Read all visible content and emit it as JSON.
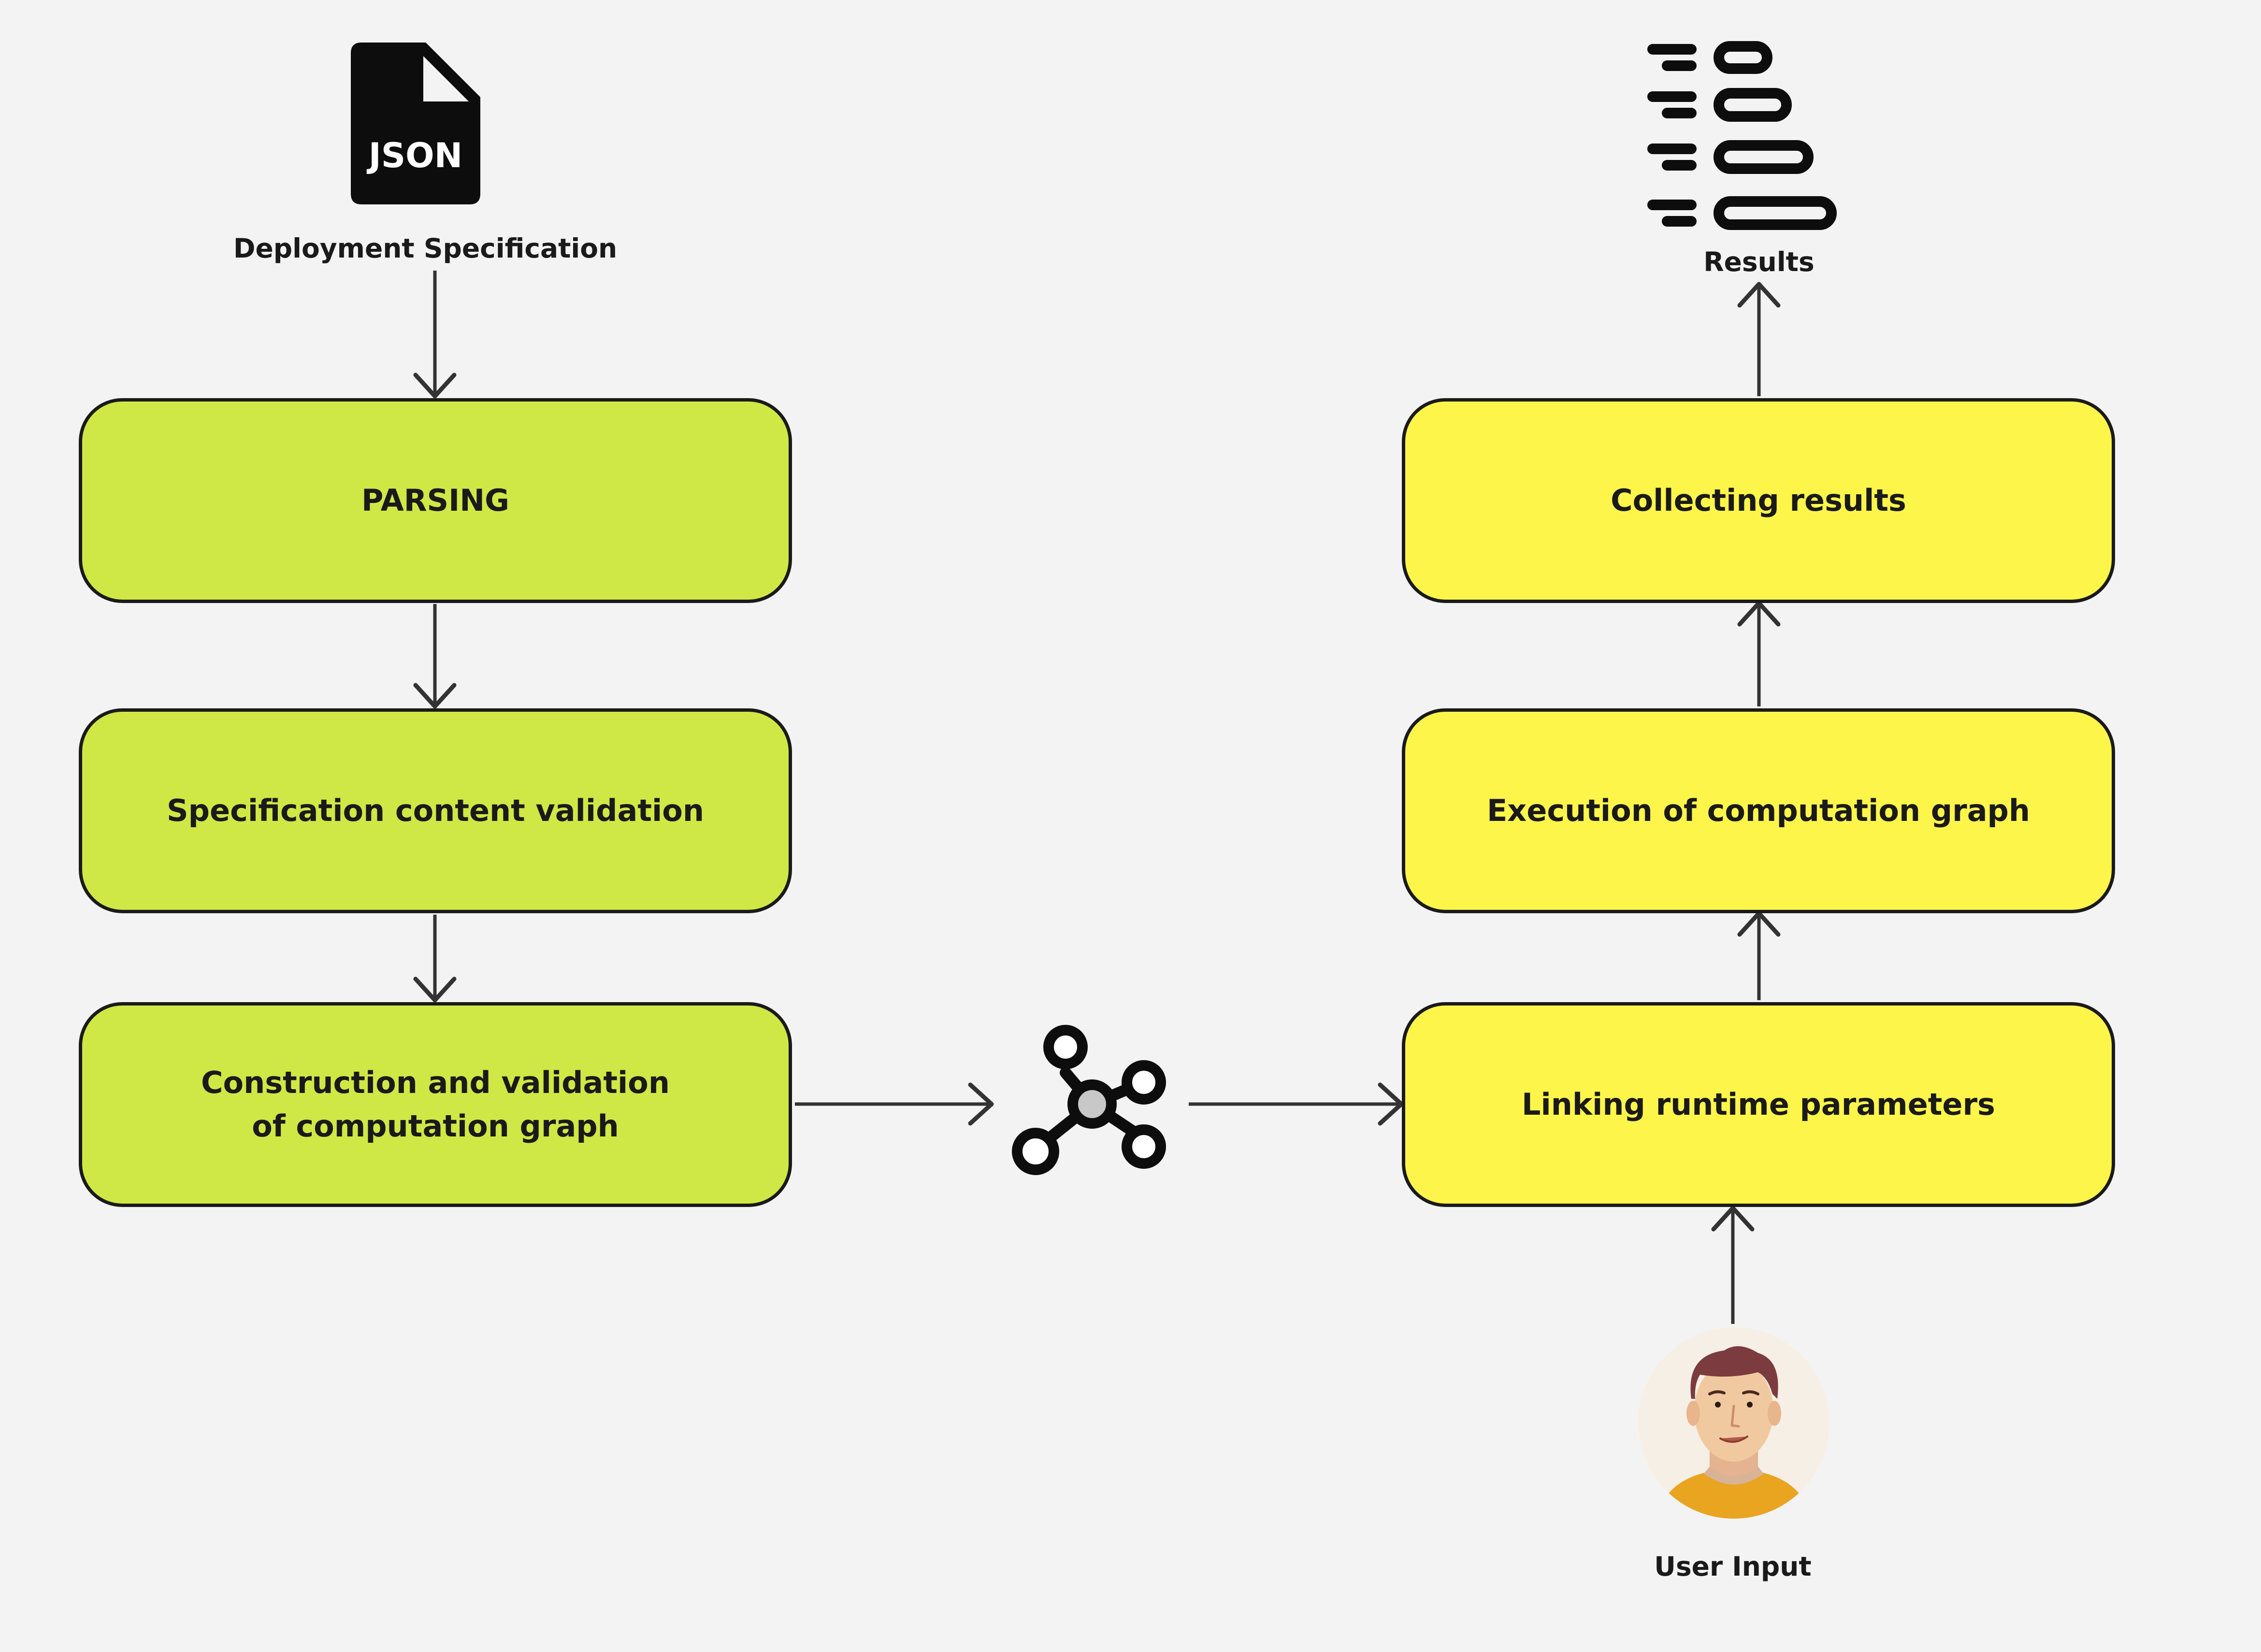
{
  "colors": {
    "background": "#f3f3f3",
    "stroke": "#1a1a1a",
    "green_step": "#cfe845",
    "yellow_step": "#fef54b",
    "arrow": "#333333"
  },
  "inputs": {
    "spec_icon": "json-file-icon",
    "spec_icon_text": "JSON",
    "spec_label": "Deployment Specification",
    "user_icon": "user-avatar-icon",
    "user_label": "User Input"
  },
  "outputs": {
    "results_icon": "results-list-icon",
    "results_label": "Results"
  },
  "graph_icon": "computation-graph-icon",
  "pipeline_left": [
    "PARSING",
    "Specification content validation",
    "Construction and validation\nof computation graph"
  ],
  "pipeline_right": [
    "Collecting results",
    "Execution of computation graph",
    "Linking runtime parameters"
  ]
}
